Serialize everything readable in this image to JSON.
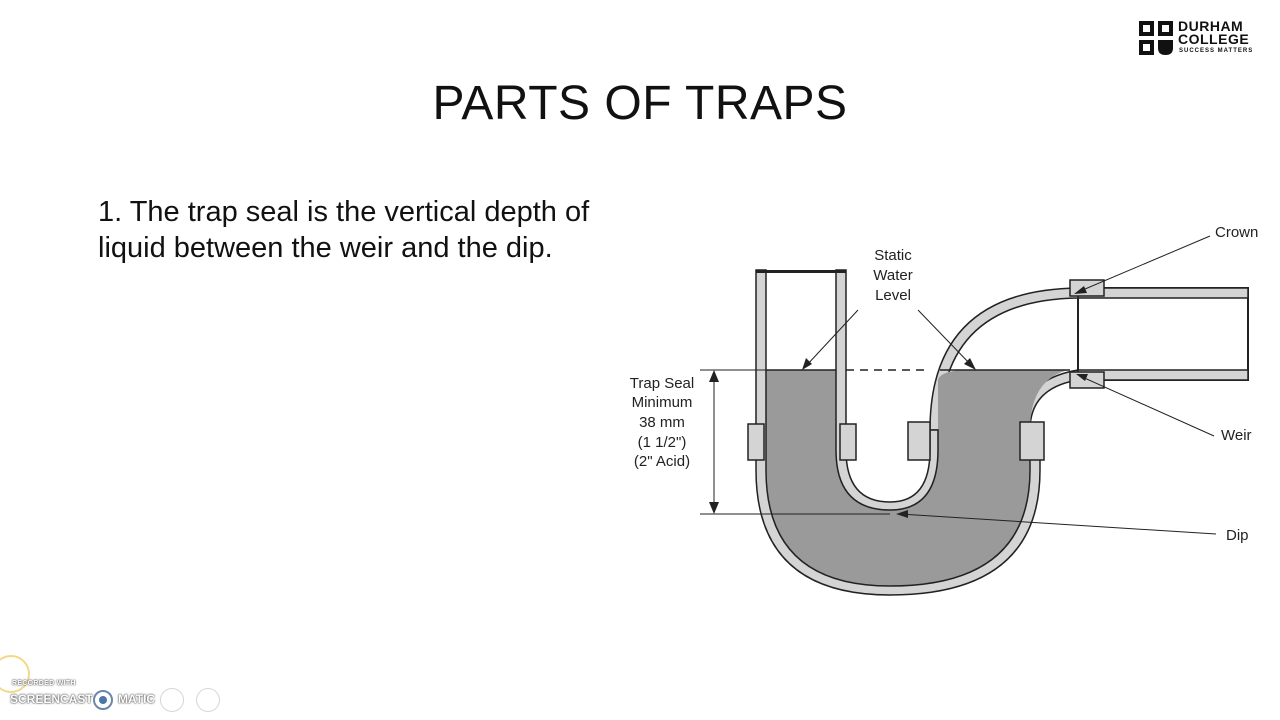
{
  "logo": {
    "line1": "DURHAM",
    "line2": "COLLEGE",
    "tagline": "SUCCESS MATTERS",
    "brand_color": "#111111"
  },
  "slide": {
    "title": "PARTS OF TRAPS",
    "body": "1. The trap seal is the vertical depth of liquid between the weir and the dip."
  },
  "diagram": {
    "labels": {
      "static_1": "Static",
      "static_2": "Water",
      "static_3": "Level",
      "crown": "Crown",
      "weir": "Weir",
      "dip": "Dip",
      "trap_seal_1": "Trap Seal",
      "trap_seal_2": "Minimum",
      "trap_seal_3": "38 mm",
      "trap_seal_4": "(1 1/2\")",
      "trap_seal_5": "(2\" Acid)"
    },
    "colors": {
      "water": "#9a9a9a",
      "pipe_wall": "#d4d4d4",
      "outline": "#222222"
    }
  },
  "watermark": {
    "recorded_with": "RECORDED WITH",
    "brand_left": "SCREENCAST",
    "brand_right": "MATIC"
  }
}
